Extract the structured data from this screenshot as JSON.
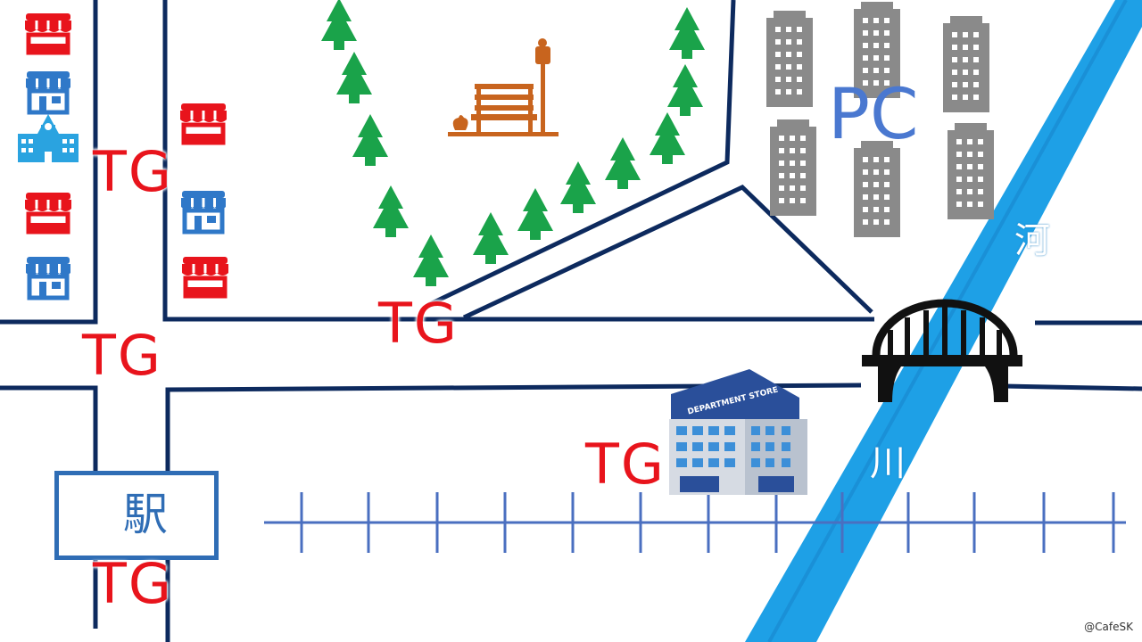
{
  "map": {
    "road_color": "#0d2a5e",
    "rail_color": "#4a6fc0",
    "river_color": "#1ea0e6",
    "tree_color": "#1aa34a",
    "building_gray": "#8a8a8a"
  },
  "labels": {
    "tg": "TG",
    "pc": "PC",
    "river_upper": "河",
    "river_lower": "川",
    "station": "駅"
  },
  "colors": {
    "tg_text": "#e8141c",
    "pc_text": "#4a78d0",
    "station_blue": "#2f6db5",
    "shop_red": "#e8141c",
    "shop_blue": "#2f78c8",
    "bench_brown": "#c8641e"
  },
  "icons": {
    "shop": "shop-icon",
    "school": "school-icon",
    "tree": "tree-icon",
    "bench": "park-bench-icon",
    "office": "office-building-icon",
    "department_store": "department-store-icon",
    "bridge": "bridge-icon",
    "train": "train-icon"
  },
  "department_store_sign": "DEPARTMENT STORE",
  "credit": "@CafeSK"
}
